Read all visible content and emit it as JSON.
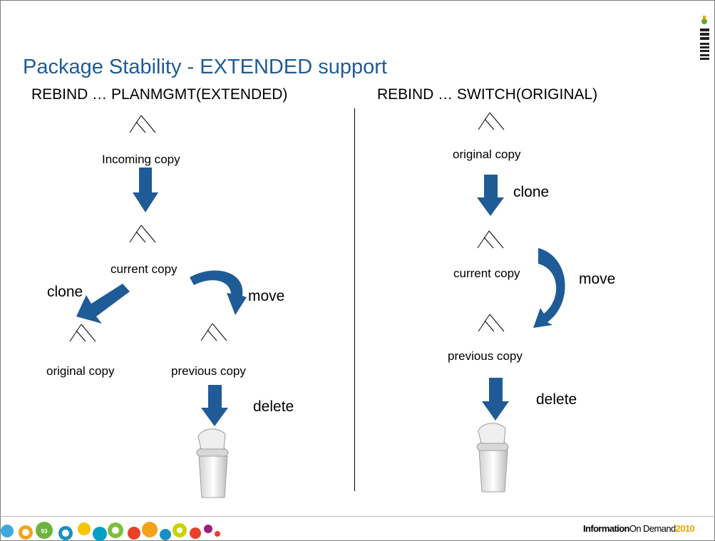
{
  "title": "Package Stability - EXTENDED support",
  "left": {
    "header": "REBIND … PLANMGMT(EXTENDED)",
    "incoming": "Incoming copy",
    "current": "current copy",
    "clone": "clone",
    "move": "move",
    "original": "original copy",
    "previous": "previous copy",
    "delete": "delete"
  },
  "right": {
    "header": "REBIND … SWITCH(ORIGINAL)",
    "original": "original copy",
    "clone": "clone",
    "current": "current copy",
    "move": "move",
    "previous": "previous copy",
    "delete": "delete"
  },
  "footer": {
    "page_number": "93",
    "brand_part1": "Information",
    "brand_part2": "On Demand",
    "brand_year": "2010",
    "logo": "IBM"
  },
  "colors": {
    "title": "#1f5b96",
    "arrow": "#1f5b96",
    "brand_year": "#f0a400"
  }
}
